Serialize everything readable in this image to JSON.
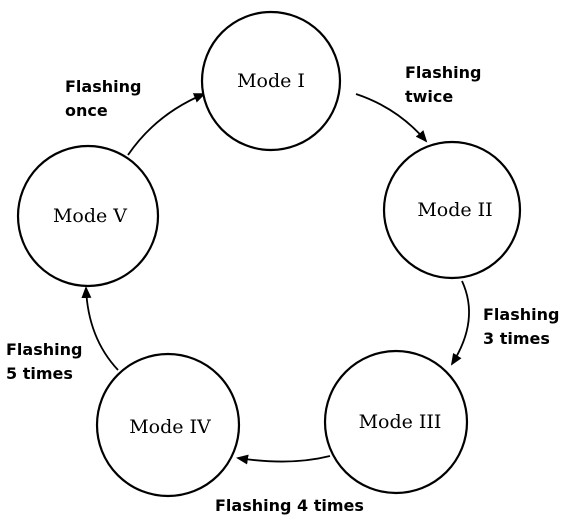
{
  "nodes": [
    {
      "id": "mode-1",
      "label": "Mode I"
    },
    {
      "id": "mode-2",
      "label": "Mode II"
    },
    {
      "id": "mode-3",
      "label": "Mode III"
    },
    {
      "id": "mode-4",
      "label": "Mode IV"
    },
    {
      "id": "mode-5",
      "label": "Mode V"
    }
  ],
  "edges": [
    {
      "from": "mode-1",
      "to": "mode-2",
      "label_lines": [
        "Flashing",
        "twice"
      ]
    },
    {
      "from": "mode-2",
      "to": "mode-3",
      "label_lines": [
        "Flashing",
        "3 times"
      ]
    },
    {
      "from": "mode-3",
      "to": "mode-4",
      "label_lines": [
        "Flashing 4 times"
      ]
    },
    {
      "from": "mode-4",
      "to": "mode-5",
      "label_lines": [
        "Flashing",
        "5 times"
      ]
    },
    {
      "from": "mode-5",
      "to": "mode-1",
      "label_lines": [
        "Flashing",
        "once"
      ]
    }
  ]
}
